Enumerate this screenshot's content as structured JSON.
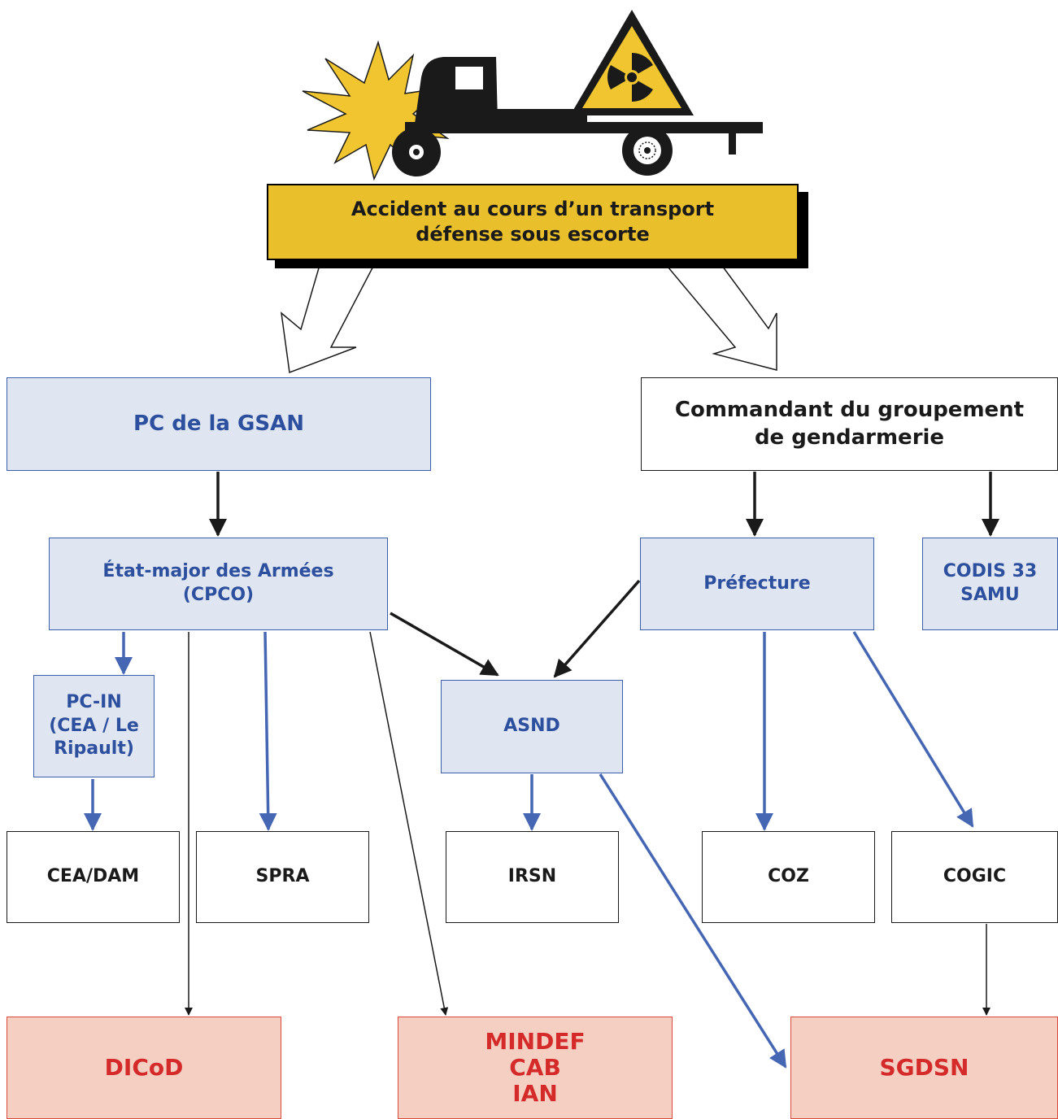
{
  "colors": {
    "blue_line": "#4466b3",
    "black_line": "#1a1a1a",
    "blue_fill": "#e0e5f2",
    "pink_fill": "#f4cfc2",
    "red_text": "#d42a2a",
    "blue_text": "#2c4f9e",
    "yellow_fill": "#e9bf2c"
  },
  "illustration": {
    "vehicle": "truck-icon",
    "hazard": "radiation-warning-icon",
    "impact": "explosion-icon"
  },
  "nodes": {
    "accident": "Accident au cours d’un transport\ndéfense sous escorte",
    "pc_gsan": "PC de la GSAN",
    "commandant": "Commandant du groupement\nde gendarmerie",
    "etat_major": "État-major des Armées\n(CPCO)",
    "prefecture": "Préfecture",
    "codis": "CODIS 33\nSAMU",
    "pc_in": "PC-IN\n(CEA / Le\nRipault)",
    "asnd": "ASND",
    "cea_dam": "CEA/DAM",
    "spra": "SPRA",
    "irsn": "IRSN",
    "coz": "COZ",
    "cogic": "COGIC",
    "dicod": "DICoD",
    "mindef": "MINDEF\nCAB\nIAN",
    "sgdsn": "SGDSN"
  }
}
